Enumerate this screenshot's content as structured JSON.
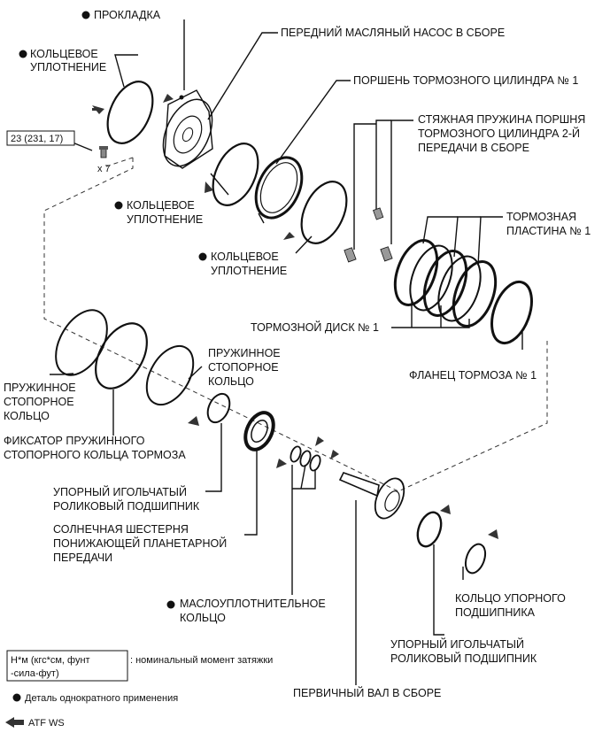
{
  "labels": {
    "gasket": "ПРОКЛАДКА",
    "o_ring_top_1": "КОЛЬЦЕВОЕ",
    "o_ring_top_2": "УПЛОТНЕНИЕ",
    "oil_pump": "ПЕРЕДНИЙ МАСЛЯНЫЙ НАСОС В СБОРЕ",
    "piston": "ПОРШЕНЬ ТОРМОЗНОГО ЦИЛИНДРА № 1",
    "spring_1": "СТЯЖНАЯ ПРУЖИНА ПОРШНЯ",
    "spring_2": "ТОРМОЗНОГО ЦИЛИНДРА 2-Й",
    "spring_3": "ПЕРЕДАЧИ В СБОРЕ",
    "o_ring_mid_1": "КОЛЬЦЕВОЕ",
    "o_ring_mid_2": "УПЛОТНЕНИЕ",
    "o_ring_low_1": "КОЛЬЦЕВОЕ",
    "o_ring_low_2": "УПЛОТНЕНИЕ",
    "brake_plate_1": "ТОРМОЗНАЯ",
    "brake_plate_2": "ПЛАСТИНА № 1",
    "brake_disc": "ТОРМОЗНОЙ ДИСК № 1",
    "brake_flange": "ФЛАНЕЦ ТОРМОЗА № 1",
    "snap_ring_left_1": "ПРУЖИННОЕ",
    "snap_ring_left_2": "СТОПОРНОЕ",
    "snap_ring_left_3": "КОЛЬЦО",
    "snap_ring_right_1": "ПРУЖИННОЕ",
    "snap_ring_right_2": "СТОПОРНОЕ",
    "snap_ring_right_3": "КОЛЬЦО",
    "retainer_1": "ФИКСАТОР ПРУЖИННОГО",
    "retainer_2": "СТОПОРНОГО КОЛЬЦА ТОРМОЗА",
    "needle_bearing_a_1": "УПОРНЫЙ ИГОЛЬЧАТЫЙ",
    "needle_bearing_a_2": "РОЛИКОВЫЙ ПОДШИПНИК",
    "sun_gear_1": "СОЛНЕЧНАЯ ШЕСТЕРНЯ",
    "sun_gear_2": "ПОНИЖАЮЩЕЙ ПЛАНЕТАРНОЙ",
    "sun_gear_3": "ПЕРЕДАЧИ",
    "oil_seal_1": "МАСЛОУПЛОТНИТЕЛЬНОЕ",
    "oil_seal_2": "КОЛЬЦО",
    "thrust_race_1": "КОЛЬЦО УПОРНОГО",
    "thrust_race_2": "ПОДШИПНИКА",
    "needle_bearing_b_1": "УПОРНЫЙ ИГОЛЬЧАТЫЙ",
    "needle_bearing_b_2": "РОЛИКОВЫЙ ПОДШИПНИК",
    "input_shaft": "ПЕРВИЧНЫЙ ВАЛ В СБОРЕ",
    "torque": "23 (231, 17)",
    "bolt_qty": "x 7"
  },
  "legend": {
    "torque_box_line1": "Н*м (кгс*см, фунт",
    "torque_box_line2": "-сила-фут)",
    "torque_desc": ": номинальный момент затяжки",
    "single_use": "Деталь однократного применения",
    "atf": "ATF WS"
  },
  "colors": {
    "ink": "#111111",
    "arrow": "#333333",
    "background": "#ffffff"
  }
}
